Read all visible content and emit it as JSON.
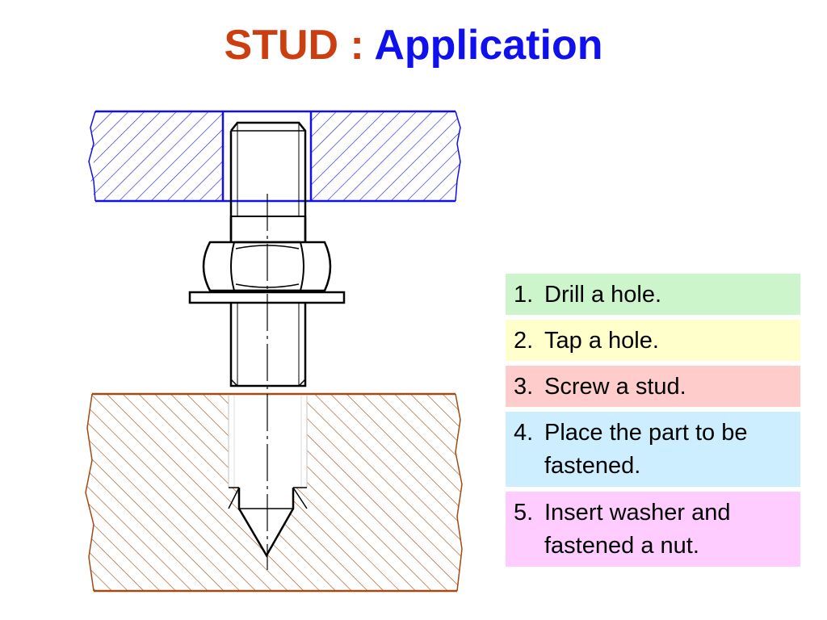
{
  "title": {
    "part1": "STUD",
    "separator": " : ",
    "part2": "Application"
  },
  "colors": {
    "title_part1": "#cc3d10",
    "title_part2": "#1010ee",
    "upper_plate": "#1010ee",
    "lower_block": "#a34a12",
    "step_1": "#ccf5cc",
    "step_2": "#ffffcc",
    "step_3": "#ffcccc",
    "step_4": "#cceeff",
    "step_5": "#ffccff"
  },
  "steps": [
    {
      "num": "1.",
      "text": "Drill a hole."
    },
    {
      "num": "2.",
      "text": "Tap a hole."
    },
    {
      "num": "3.",
      "text": "Screw a stud."
    },
    {
      "num": "4.",
      "text": "Place the part to be fastened."
    },
    {
      "num": "5.",
      "text": "Insert washer and fastened a nut."
    }
  ]
}
